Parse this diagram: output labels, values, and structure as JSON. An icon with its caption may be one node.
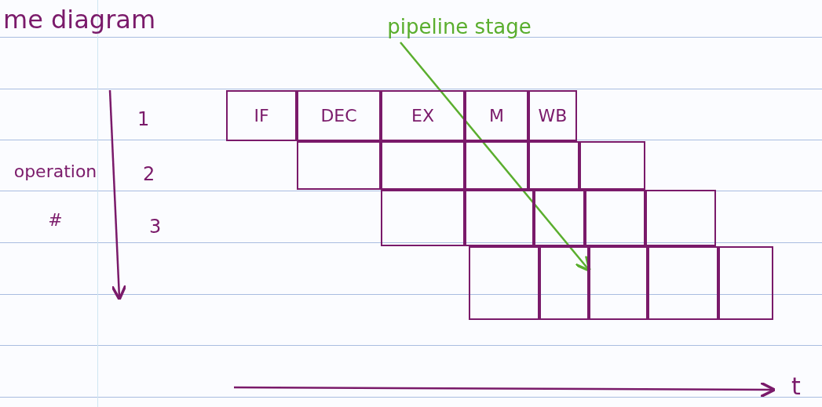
{
  "diagram": {
    "title": "me diagram",
    "nodes": [
      {
        "text": [
          "pipeline stage"
        ]
      },
      {
        "text": [
          "IF"
        ]
      },
      {
        "text": [
          "DEC"
        ]
      },
      {
        "text": [
          "EX"
        ]
      },
      {
        "text": [
          "M"
        ]
      },
      {
        "text": [
          "WB"
        ]
      },
      {
        "text": [],
        "shape": "box"
      },
      {
        "text": [],
        "shape": "box"
      },
      {
        "text": [],
        "shape": "box"
      },
      {
        "text": [],
        "shape": "box"
      },
      {
        "text": [],
        "shape": "box"
      },
      {
        "text": [],
        "shape": "box"
      },
      {
        "text": [],
        "shape": "box"
      },
      {
        "text": [],
        "shape": "box"
      },
      {
        "text": [],
        "shape": "box"
      },
      {
        "text": [],
        "shape": "box"
      },
      {
        "text": [],
        "shape": "box"
      },
      {
        "text": [],
        "shape": "box"
      },
      {
        "text": [],
        "shape": "box"
      },
      {
        "text": [],
        "shape": "box"
      },
      {
        "text": [],
        "shape": "box"
      }
    ],
    "edges": [
      {
        "from": 0,
        "to": 18,
        "arrow": "to"
      }
    ],
    "labels": [
      "1",
      "operation #",
      "2",
      "3",
      "t"
    ]
  }
}
